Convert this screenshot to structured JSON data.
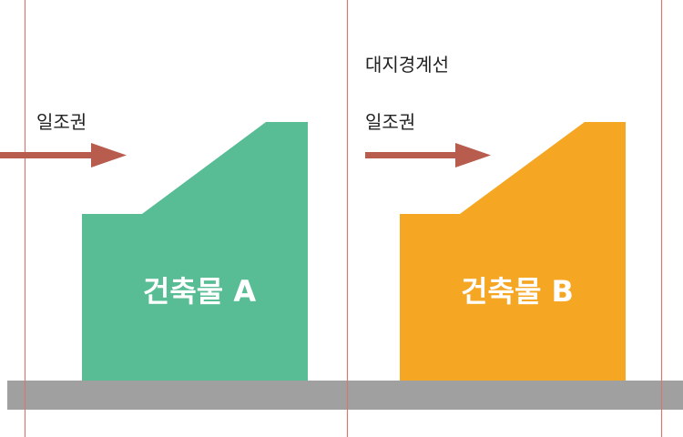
{
  "labels": {
    "boundary_line": "대지경계선",
    "sunlight_right_a": "일조권",
    "sunlight_right_b": "일조권"
  },
  "buildings": [
    {
      "name": "건축물 A",
      "color": "#58BC95"
    },
    {
      "name": "건축물 B",
      "color": "#F5A623"
    }
  ],
  "colors": {
    "ground": "#A0A0A0",
    "boundary_line": "#D07A72",
    "arrow": "#B85C4E",
    "background": "#FFFFFF",
    "label_text": "#222222",
    "building_text": "#FFFFFF"
  }
}
